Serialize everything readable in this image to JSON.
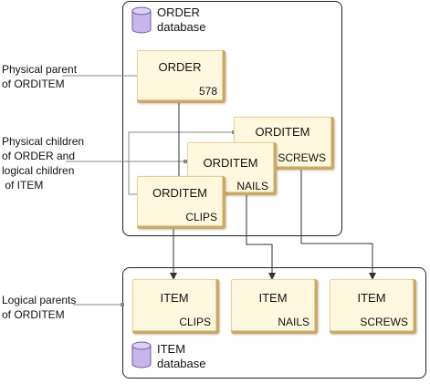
{
  "order_database": {
    "icon": "database-icon",
    "label_line1": "ORDER",
    "label_line2": "database"
  },
  "item_database": {
    "icon": "database-icon",
    "label_line1": "ITEM",
    "label_line2": "database"
  },
  "segments": {
    "order": {
      "name": "ORDER",
      "key": "578"
    },
    "orditem_clips": {
      "name": "ORDITEM",
      "key": "CLIPS"
    },
    "orditem_nails": {
      "name": "ORDITEM",
      "key": "NAILS"
    },
    "orditem_screws": {
      "name": "ORDITEM",
      "key": "SCREWS"
    },
    "item_clips": {
      "name": "ITEM",
      "key": "CLIPS"
    },
    "item_nails": {
      "name": "ITEM",
      "key": "NAILS"
    },
    "item_screws": {
      "name": "ITEM",
      "key": "SCREWS"
    }
  },
  "annotations": {
    "physical_parent": "Physical parent\nof ORDITEM",
    "physical_children": "Physical children\nof ORDER and\nlogical children\n of ITEM",
    "logical_parents": "Logical parents\nof ORDITEM"
  },
  "colors": {
    "segment_fill": "#fff8df",
    "segment_shadow": "#c9a96a",
    "database_icon": "#c8b6ea",
    "line": "#333333"
  }
}
